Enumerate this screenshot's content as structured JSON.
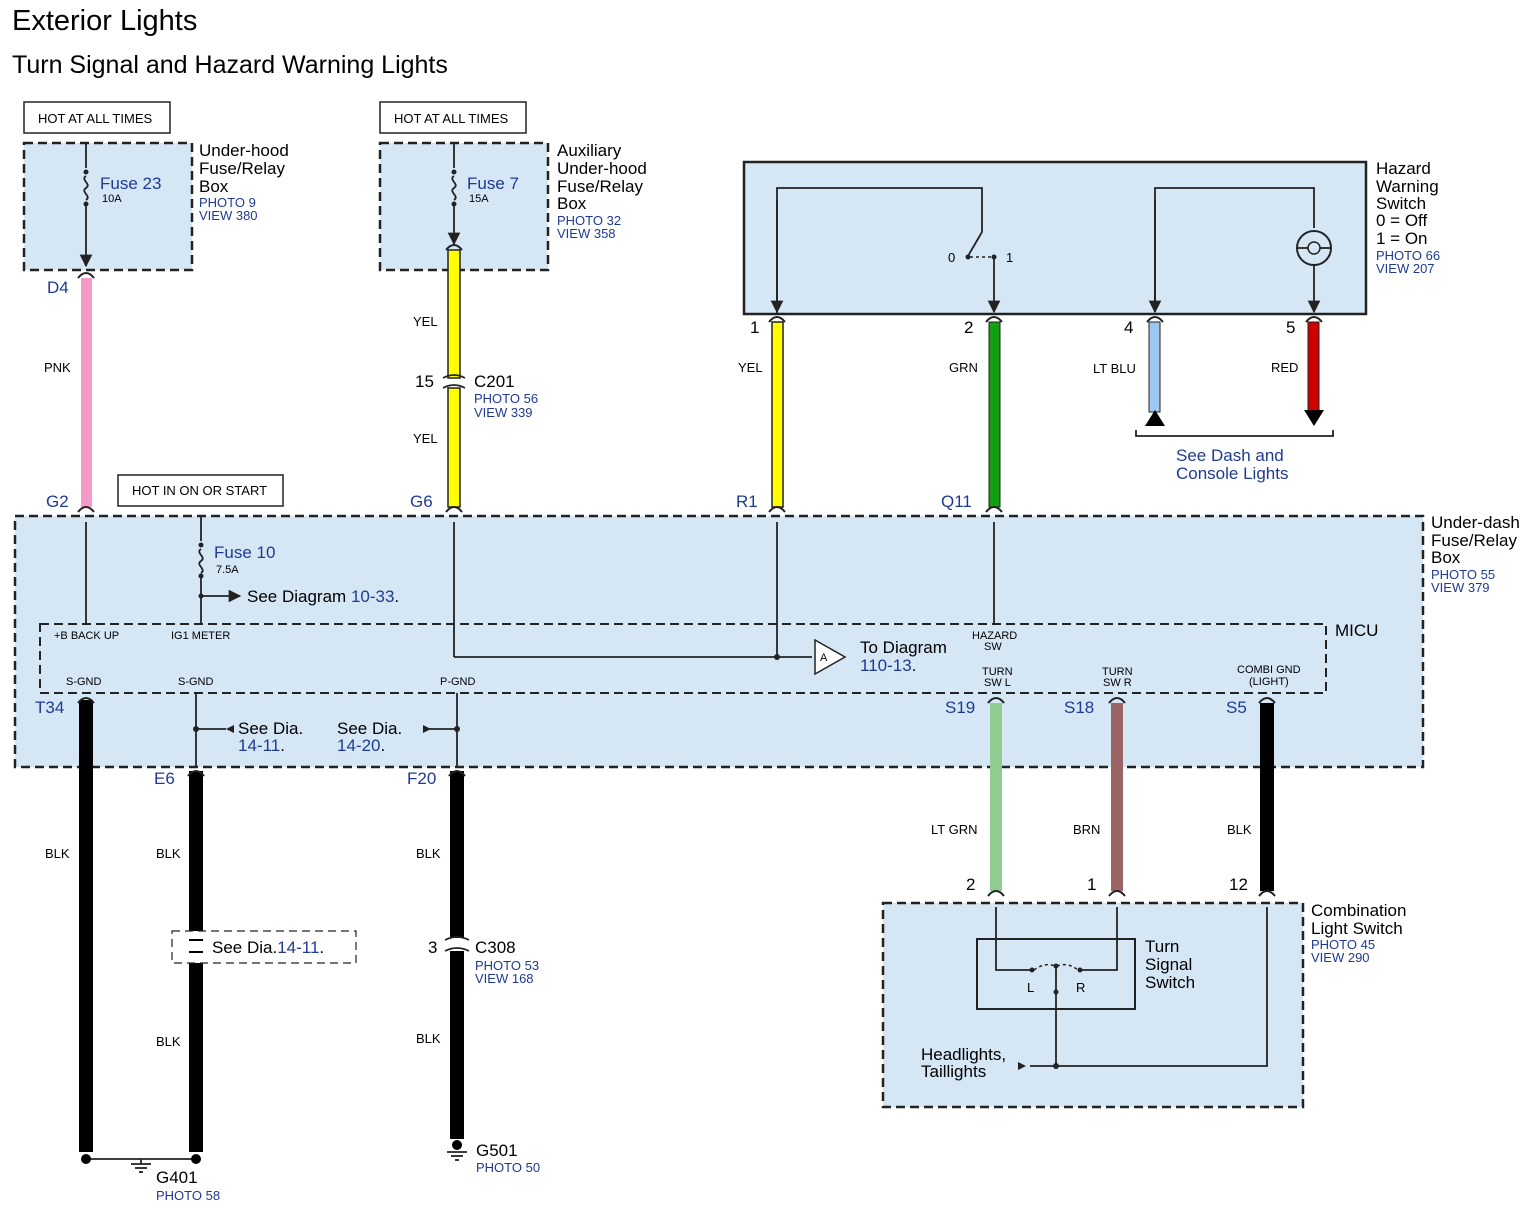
{
  "header": {
    "title": "Exterior Lights",
    "subtitle": "Turn Signal and Hazard Warning Lights"
  },
  "hot_labels": {
    "always_1": "HOT AT ALL TIMES",
    "always_2": "HOT AT ALL TIMES",
    "on_start": "HOT IN ON OR START"
  },
  "underhood_box": {
    "name_1": "Under-hood",
    "name_2": "Fuse/Relay",
    "name_3": "Box",
    "photo": "PHOTO 9",
    "view": "VIEW 380",
    "fuse": "Fuse 23",
    "fuse_rating": "10A"
  },
  "aux_box": {
    "name_1": "Auxiliary",
    "name_2": "Under-hood",
    "name_3": "Fuse/Relay",
    "name_4": "Box",
    "photo": "PHOTO 32",
    "view": "VIEW 358",
    "fuse": "Fuse 7",
    "fuse_rating": "15A"
  },
  "hazard_switch": {
    "name_1": "Hazard",
    "name_2": "Warning",
    "name_3": "Switch",
    "state_off": "0 = Off",
    "state_on": "1 = On",
    "photo": "PHOTO 66",
    "view": "VIEW 207",
    "pos_0": "0",
    "pos_1": "1",
    "pins": [
      "1",
      "2",
      "4",
      "5"
    ],
    "see_1": "See Dash and",
    "see_2": "Console Lights"
  },
  "wires": {
    "pnk": "PNK",
    "yel_a": "YEL",
    "yel_b": "YEL",
    "yel_r1": "YEL",
    "grn": "GRN",
    "ltblu": "LT BLU",
    "red": "RED",
    "blk_t34a": "BLK",
    "blk_e6a": "BLK",
    "blk_e6b": "BLK",
    "blk_f20a": "BLK",
    "blk_f20b": "BLK",
    "ltgrn": "LT GRN",
    "brn": "BRN",
    "blk_s5": "BLK"
  },
  "connectors": {
    "d4": "D4",
    "g2": "G2",
    "g6": "G6",
    "r1": "R1",
    "q11": "Q11",
    "t34": "T34",
    "e6": "E6",
    "f20": "F20",
    "s19": "S19",
    "s18": "S18",
    "s5": "S5",
    "c201_pin": "15",
    "c201": "C201",
    "c201_photo": "PHOTO 56",
    "c201_view": "VIEW 339",
    "c308_pin": "3",
    "c308": "C308",
    "c308_photo": "PHOTO 53",
    "c308_view": "VIEW 168"
  },
  "underdash_box": {
    "name_1": "Under-dash",
    "name_2": "Fuse/Relay",
    "name_3": "Box",
    "photo": "PHOTO 55",
    "view": "VIEW 379",
    "fuse": "Fuse 10",
    "fuse_rating": "7.5A",
    "see_diagram": "See Diagram ",
    "see_diagram_ref": "10-33",
    "see_diagram_dot": ".",
    "micu": "MICU",
    "to_diagram": "To Diagram",
    "to_diagram_ref": "110-13",
    "to_diagram_dot": ".",
    "marker_a": "A",
    "see_dia_left": "See Dia.",
    "see_dia_left_ref": "14-11",
    "see_dia_right": "See Dia.",
    "see_dia_right_ref": "14-20",
    "dot": "."
  },
  "micu_pins": {
    "b_backup": "+B BACK UP",
    "ig1_meter": "IG1 METER",
    "hazard_1": "HAZARD",
    "hazard_2": "SW",
    "sgnd_1": "S-GND",
    "sgnd_2": "S-GND",
    "pgnd": "P-GND",
    "turn_l_1": "TURN",
    "turn_l_2": "SW L",
    "turn_r_1": "TURN",
    "turn_r_2": "SW R",
    "combi_1": "COMBI GND",
    "combi_2": "(LIGHT)"
  },
  "splice": {
    "text": "See Dia.",
    "ref": "14-11",
    "dot": "."
  },
  "grounds": {
    "g401": "G401",
    "g401_photo": "PHOTO 58",
    "g501": "G501",
    "g501_photo": "PHOTO 50"
  },
  "combo_switch": {
    "name_1": "Combination",
    "name_2": "Light Switch",
    "photo": "PHOTO 45",
    "view": "VIEW 290",
    "pin_a": "2",
    "pin_b": "1",
    "pin_c": "12",
    "turn_1": "Turn",
    "turn_2": "Signal",
    "turn_3": "Switch",
    "l": "L",
    "r": "R",
    "head_1": "Headlights,",
    "head_2": "Taillights"
  },
  "colors": {
    "box_fill": "#d5e6f5",
    "pnk": "#f49ac9",
    "yel": "#ffff00",
    "grn": "#12a012",
    "ltblu": "#9ec8f2",
    "red": "#d00000",
    "ltgrn": "#90cc90",
    "brn": "#9b6464",
    "blk": "#000000",
    "label_blue": "#1f3a93"
  }
}
